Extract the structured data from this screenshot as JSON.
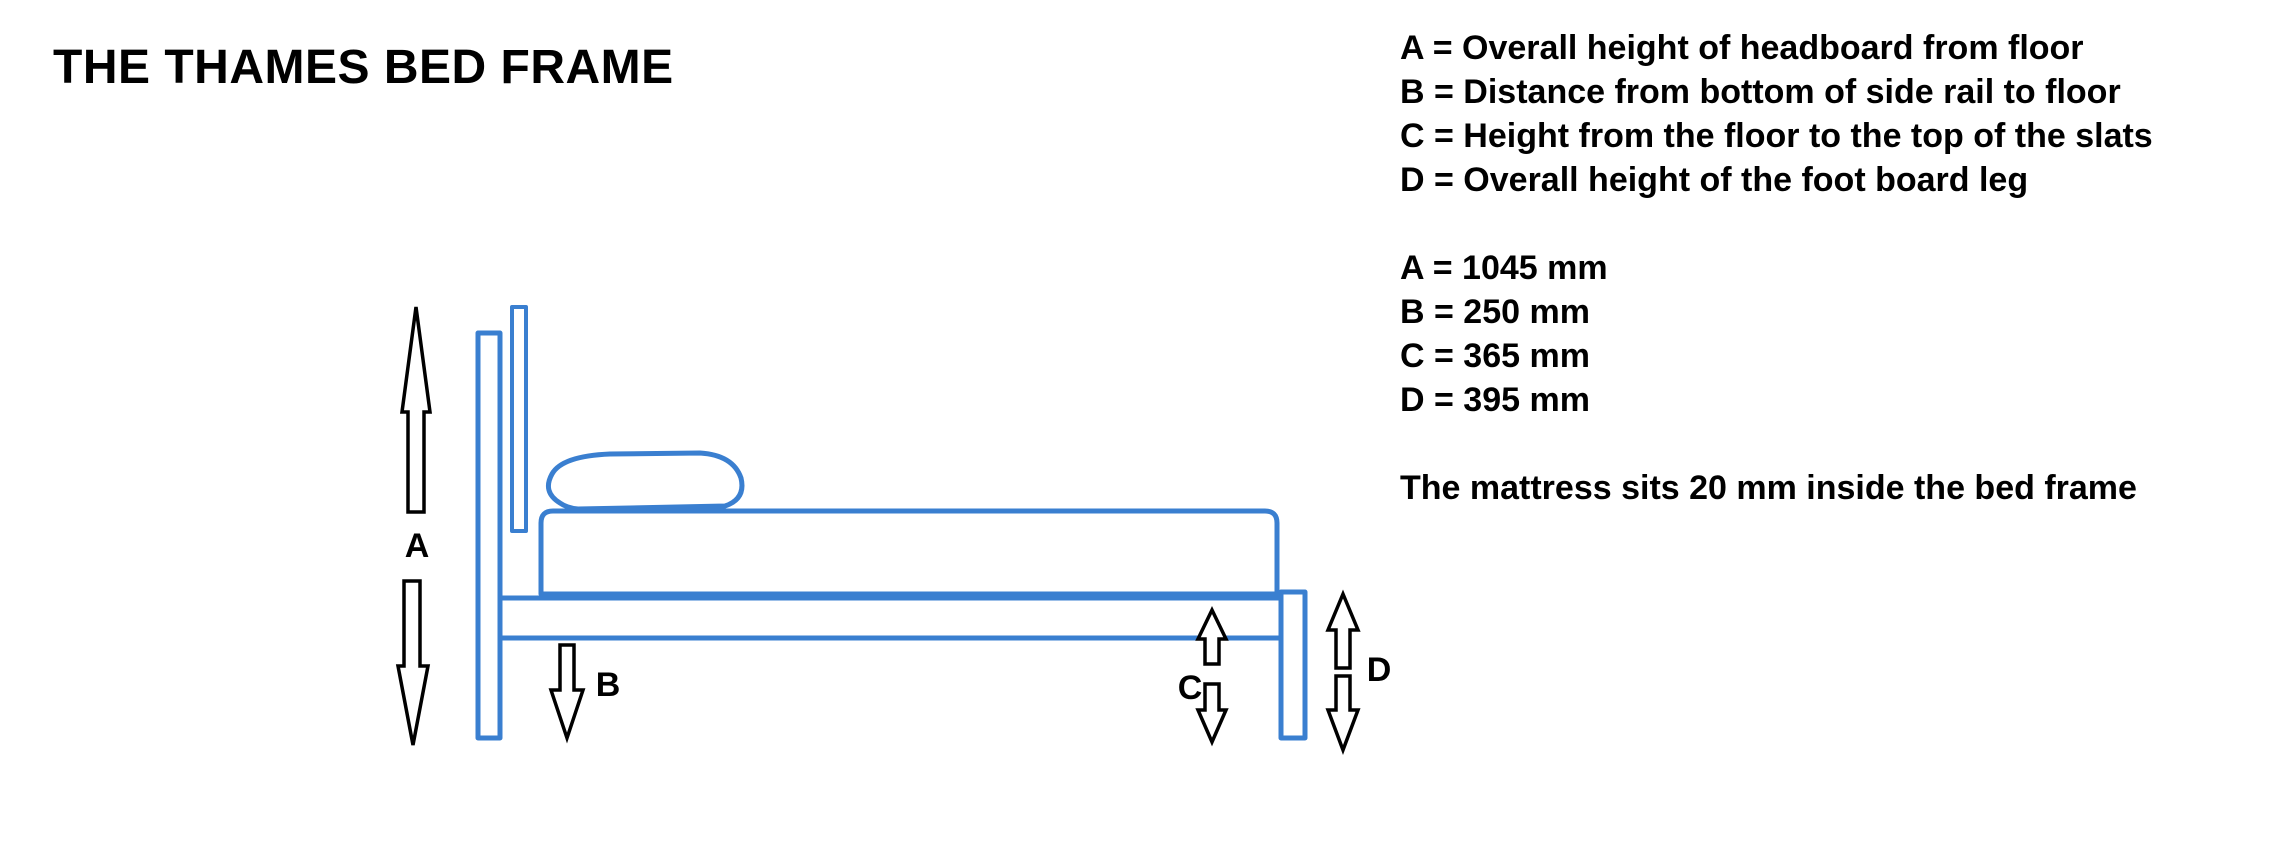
{
  "title": "THE THAMES BED FRAME",
  "definitions": [
    "A = Overall height of headboard from floor",
    "B = Distance from bottom of side rail to floor",
    "C = Height from the floor to the top of the slats",
    "D = Overall height of the foot board leg"
  ],
  "measurements": [
    "A = 1045 mm",
    "B = 250 mm",
    "C = 365 mm",
    "D = 395 mm"
  ],
  "note": "The mattress sits 20 mm inside the bed frame",
  "dimension_labels": {
    "a": "A",
    "b": "B",
    "c": "C",
    "d": "D"
  },
  "colors": {
    "frame": "#3a7fd0",
    "arrows": "#000000"
  }
}
